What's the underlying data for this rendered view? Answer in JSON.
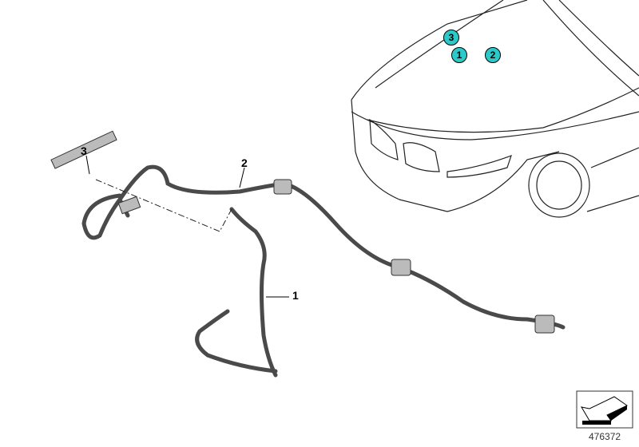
{
  "diagram": {
    "callouts": [
      {
        "label": "1"
      },
      {
        "label": "2"
      },
      {
        "label": "3"
      }
    ],
    "car_markers": [
      {
        "label": "3"
      },
      {
        "label": "1"
      },
      {
        "label": "2"
      }
    ],
    "marker_color": "#2cc9c9",
    "hose_color": "#4a4a4a",
    "image_number": "476372",
    "icons": [
      "direction-arrow-icon"
    ]
  }
}
